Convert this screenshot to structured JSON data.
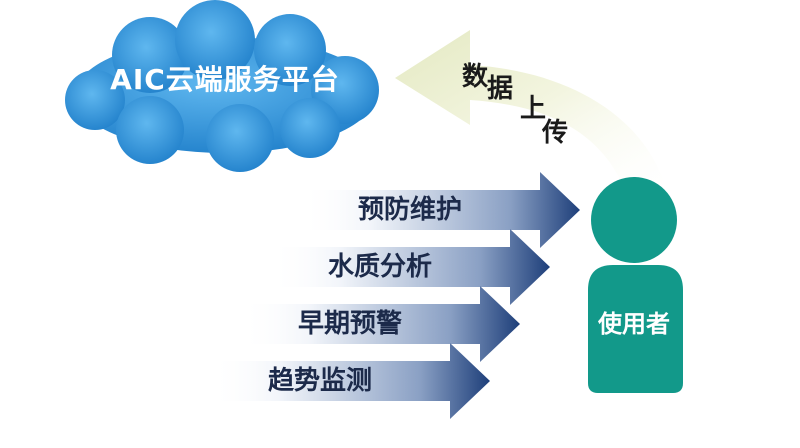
{
  "platform": {
    "label": "AIC云端服务平台"
  },
  "upload": {
    "chars": [
      "数",
      "据",
      "上",
      "传"
    ]
  },
  "functions": [
    "预防维护",
    "水质分析",
    "早期预警",
    "趋势监测"
  ],
  "user": {
    "label": "使用者"
  },
  "colors": {
    "cloud": "#3a9fe0",
    "cloud_dark": "#1f7cc4",
    "user": "#12998a",
    "arrow_dark": "#1e3f7a",
    "arrow_light": "#e6eef6",
    "upload_arrow": "#f0f2d8"
  }
}
